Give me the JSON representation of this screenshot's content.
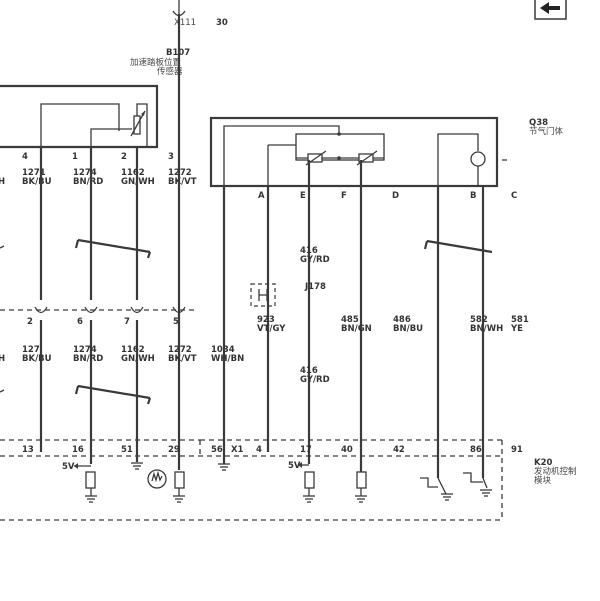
{
  "connector_top": {
    "name": "X111",
    "pin": "30"
  },
  "components": {
    "b107": {
      "id": "B107",
      "desc": "加速踏板位置",
      "desc2": "传感器"
    },
    "q38": {
      "id": "Q38",
      "desc": "节气门体"
    },
    "k20": {
      "id": "K20",
      "desc": "发动机控制",
      "desc2": "模块"
    },
    "j178": {
      "id": "J178"
    }
  },
  "b107_pins": [
    "4",
    "1",
    "2",
    "3"
  ],
  "q38_pins": [
    "A",
    "E",
    "F",
    "D",
    "B",
    "C"
  ],
  "wires_upper": [
    {
      "num": "1271",
      "color": "BK/BU"
    },
    {
      "num": "1274",
      "color": "BN/RD"
    },
    {
      "num": "1162",
      "color": "GN/WH"
    },
    {
      "num": "1272",
      "color": "BK/VT"
    }
  ],
  "left_stub": {
    "upper": "H",
    "lower": "H"
  },
  "mid_connector_pins": [
    "2",
    "6",
    "7",
    "5"
  ],
  "wires_lower": [
    {
      "num": "127",
      "color": "BK/BU"
    },
    {
      "num": "1274",
      "color": "BN/RD"
    },
    {
      "num": "1162",
      "color": "GN/WH"
    },
    {
      "num": "1272",
      "color": "BK/VT"
    },
    {
      "num": "1034",
      "color": "WH/BN"
    }
  ],
  "wires_q38": [
    {
      "num": "416",
      "color": "GY/RD"
    },
    {
      "num": "923",
      "color": "VT/GY"
    },
    {
      "num": "485",
      "color": "BN/GN"
    },
    {
      "num": "486",
      "color": "BN/BU"
    },
    {
      "num": "582",
      "color": "BN/WH"
    },
    {
      "num": "581",
      "color": "YE"
    },
    {
      "num": "416",
      "color": "GY/RD"
    }
  ],
  "k20_pins": [
    "13",
    "16",
    "51",
    "29",
    "56",
    "X1",
    "4",
    "17",
    "40",
    "42",
    "86",
    "91"
  ],
  "voltage_labels": [
    "5V",
    "5V"
  ]
}
